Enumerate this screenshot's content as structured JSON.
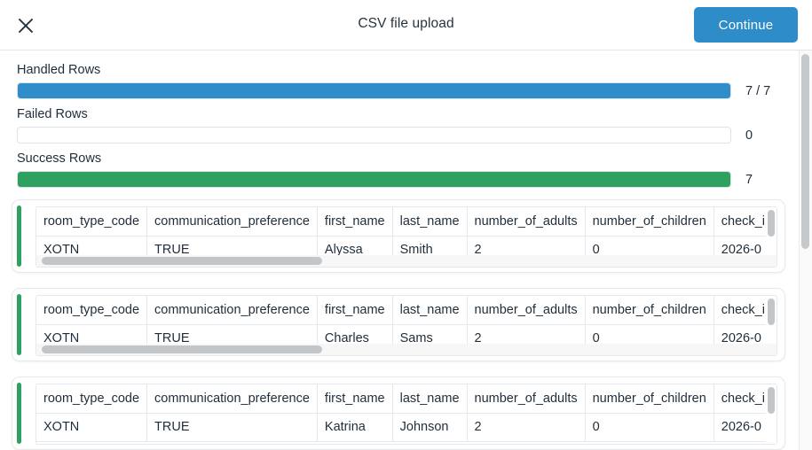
{
  "header": {
    "close_icon": "close-icon",
    "title": "CSV file upload",
    "continue_label": "Continue",
    "accent_color": "#2e8dc8"
  },
  "progress": {
    "handled": {
      "label": "Handled Rows",
      "count": "7 / 7",
      "percent": 100,
      "color": "#2f8ec9"
    },
    "failed": {
      "label": "Failed Rows",
      "count": "0",
      "percent": 0,
      "color": "#d9534f"
    },
    "success": {
      "label": "Success Rows",
      "count": "7",
      "percent": 100,
      "color": "#2ea05f"
    }
  },
  "table": {
    "columns": [
      "room_type_code",
      "communication_preference",
      "first_name",
      "last_name",
      "number_of_adults",
      "number_of_children",
      "check_i"
    ],
    "accent_color": "#2ea05f"
  },
  "cards": [
    {
      "status_color": "#2ea05f",
      "values": [
        "XOTN",
        "TRUE",
        "Alyssa",
        "Smith",
        "2",
        "0",
        "2026-0"
      ]
    },
    {
      "status_color": "#2ea05f",
      "values": [
        "XOTN",
        "TRUE",
        "Charles",
        "Sams",
        "2",
        "0",
        "2026-0"
      ]
    },
    {
      "status_color": "#2ea05f",
      "values": [
        "XOTN",
        "TRUE",
        "Katrina",
        "Johnson",
        "2",
        "0",
        "2026-0"
      ]
    }
  ]
}
